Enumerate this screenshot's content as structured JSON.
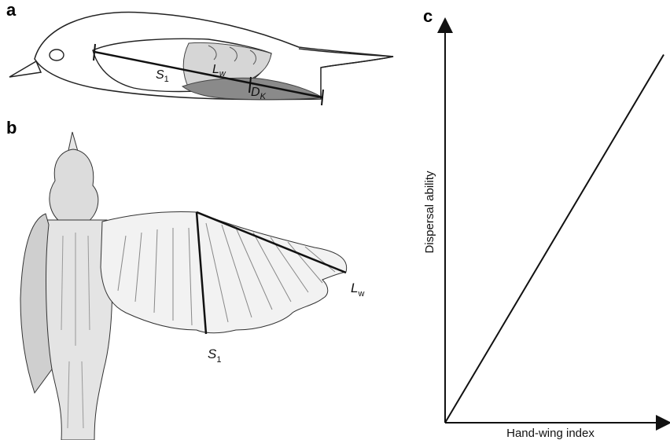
{
  "panels": {
    "a": "a",
    "b": "b",
    "c": "c"
  },
  "panel_a": {
    "s1_label": "S",
    "s1_sub": "1",
    "lw_label": "L",
    "lw_sub": "w",
    "dk_label": "D",
    "dk_sub": "K"
  },
  "panel_b": {
    "s1_label": "S",
    "s1_sub": "1",
    "lw_label": "L",
    "lw_sub": "w"
  },
  "chart_data": {
    "type": "line",
    "title": "",
    "xlabel": "Hand-wing index",
    "ylabel": "Dispersal ability",
    "x_ticks": [],
    "y_ticks": [],
    "series": [
      {
        "x": [
          0,
          1
        ],
        "y": [
          0,
          1
        ]
      }
    ],
    "xlim": [
      0,
      1
    ],
    "ylim": [
      0,
      1.08
    ],
    "grid": false,
    "legend": "none"
  },
  "colors": {
    "ink": "#111111",
    "light_wing": "#d6d6d6",
    "dark_wing": "#8a8a8a",
    "body_fill": "#ffffff"
  }
}
